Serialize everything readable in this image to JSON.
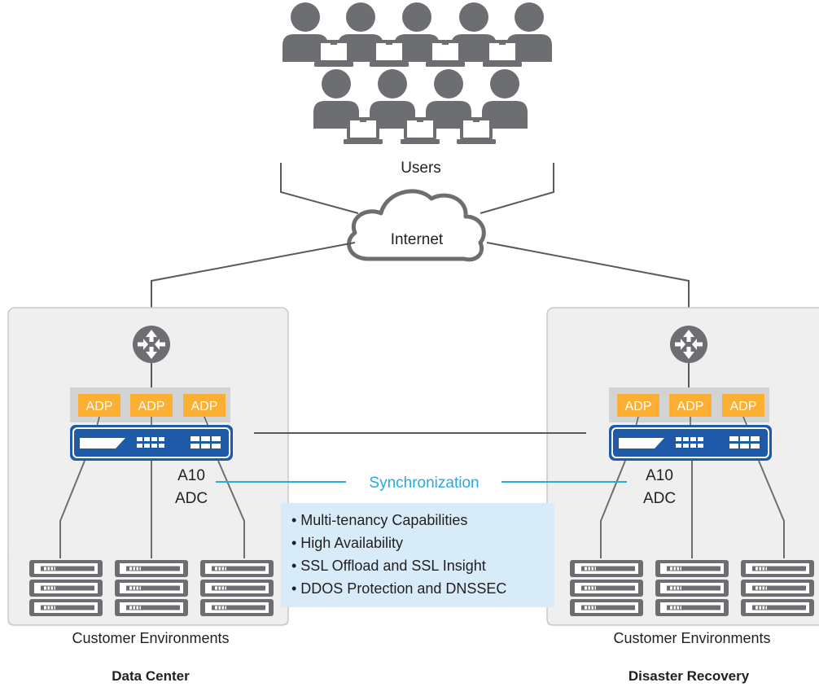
{
  "users_label": "Users",
  "internet_label": "Internet",
  "adp_label": "ADP",
  "adc_label_line1": "A10",
  "adc_label_line2": "ADC",
  "sync_label": "Synchronization",
  "capabilities": [
    "• Multi-tenancy Capabilities",
    "• High Availability",
    "• SSL Offload and SSL Insight",
    "• DDOS Protection and DNSSEC"
  ],
  "sites": [
    {
      "env_label": "Customer Environments",
      "site_label": "Data Center"
    },
    {
      "env_label": "Customer Environments",
      "site_label": "Disaster Recovery"
    }
  ],
  "colors": {
    "icon_gray": "#6d6e71",
    "line_gray": "#58595b",
    "adp_orange": "#fbb034",
    "adc_blue": "#1e5aa8",
    "sync_blue": "#29a9e0",
    "panel_fill": "#efeff0",
    "panel_border": "#c7c8ca",
    "cap_fill": "#d7ebf8"
  },
  "icons": [
    "user-with-laptop-icon",
    "cloud-icon",
    "router-icon",
    "adc-appliance-icon",
    "server-icon"
  ]
}
